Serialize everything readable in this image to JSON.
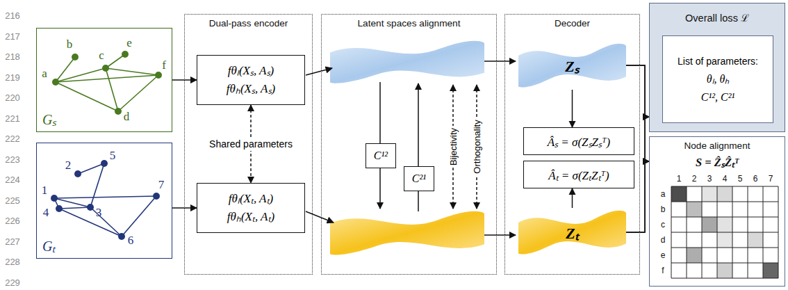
{
  "diagram": {
    "nodes": [
      {
        "text": [
          "Gₛ"
        ]
      },
      {
        "text": [
          "Gₜ"
        ]
      },
      {
        "text": [
          "Dual-pass encoder"
        ]
      },
      {
        "text": [
          "fθₗ(Xₛ, Aₛ)",
          "fθₕ(Xₛ, Aₛ)"
        ],
        "in": 2
      },
      {
        "text": [
          "fθₗ(Xₜ, Aₜ)",
          "fθₕ(Xₜ, Aₜ)"
        ],
        "in": 2
      },
      {
        "text": [
          "Latent spaces alignment"
        ]
      },
      {
        "text": [
          "C¹²"
        ],
        "in": 5
      },
      {
        "text": [
          "C²¹"
        ],
        "in": 5
      },
      {
        "text": [
          "Decoder"
        ]
      },
      {
        "text": [
          "Zₛ"
        ],
        "in": 8
      },
      {
        "text": [
          "Âₛ = σ(ZₛZₛᵀ)"
        ],
        "in": 8
      },
      {
        "text": [
          "Âₜ = σ(ZₜZₜᵀ)"
        ],
        "in": 8
      },
      {
        "text": [
          "Zₜ"
        ],
        "in": 8
      },
      {
        "text": [
          "Overall loss ℒ"
        ]
      },
      {
        "text": [
          "List of parameters:",
          "θₗ, θₕ",
          "C¹², C²¹"
        ],
        "in": 13
      },
      {
        "text": [
          "Node alignment",
          "S = ẐₛẐₜᵀ"
        ]
      }
    ],
    "edges": [
      {
        "from": 0,
        "to": 3,
        "arrow": "to"
      },
      {
        "from": 1,
        "to": 4,
        "arrow": "to"
      },
      {
        "from": 3,
        "to": 4,
        "arrow": "both",
        "label": "Shared parameters"
      },
      {
        "from": 9,
        "to": 10,
        "arrow": "to"
      },
      {
        "from": 12,
        "to": 11,
        "arrow": "to"
      },
      {
        "from": 9,
        "to": 13,
        "arrow": "to"
      },
      {
        "from": 9,
        "to": 15,
        "arrow": "to"
      },
      {
        "from": 12,
        "to": 13,
        "arrow": "to"
      },
      {
        "from": 12,
        "to": 15,
        "arrow": "to"
      }
    ],
    "labels": [
      "216",
      "217",
      "218",
      "219",
      "220",
      "221",
      "222",
      "223",
      "224",
      "225",
      "226",
      "227",
      "228",
      "229",
      "b",
      "a",
      "c",
      "e",
      "f",
      "d",
      "2",
      "5",
      "1",
      "7",
      "4",
      "3",
      "6",
      "Bijectivity",
      "Orthogonality",
      "1",
      "2",
      "3",
      "4",
      "5",
      "6",
      "7",
      "a",
      "b",
      "c",
      "d",
      "e",
      "f"
    ]
  }
}
